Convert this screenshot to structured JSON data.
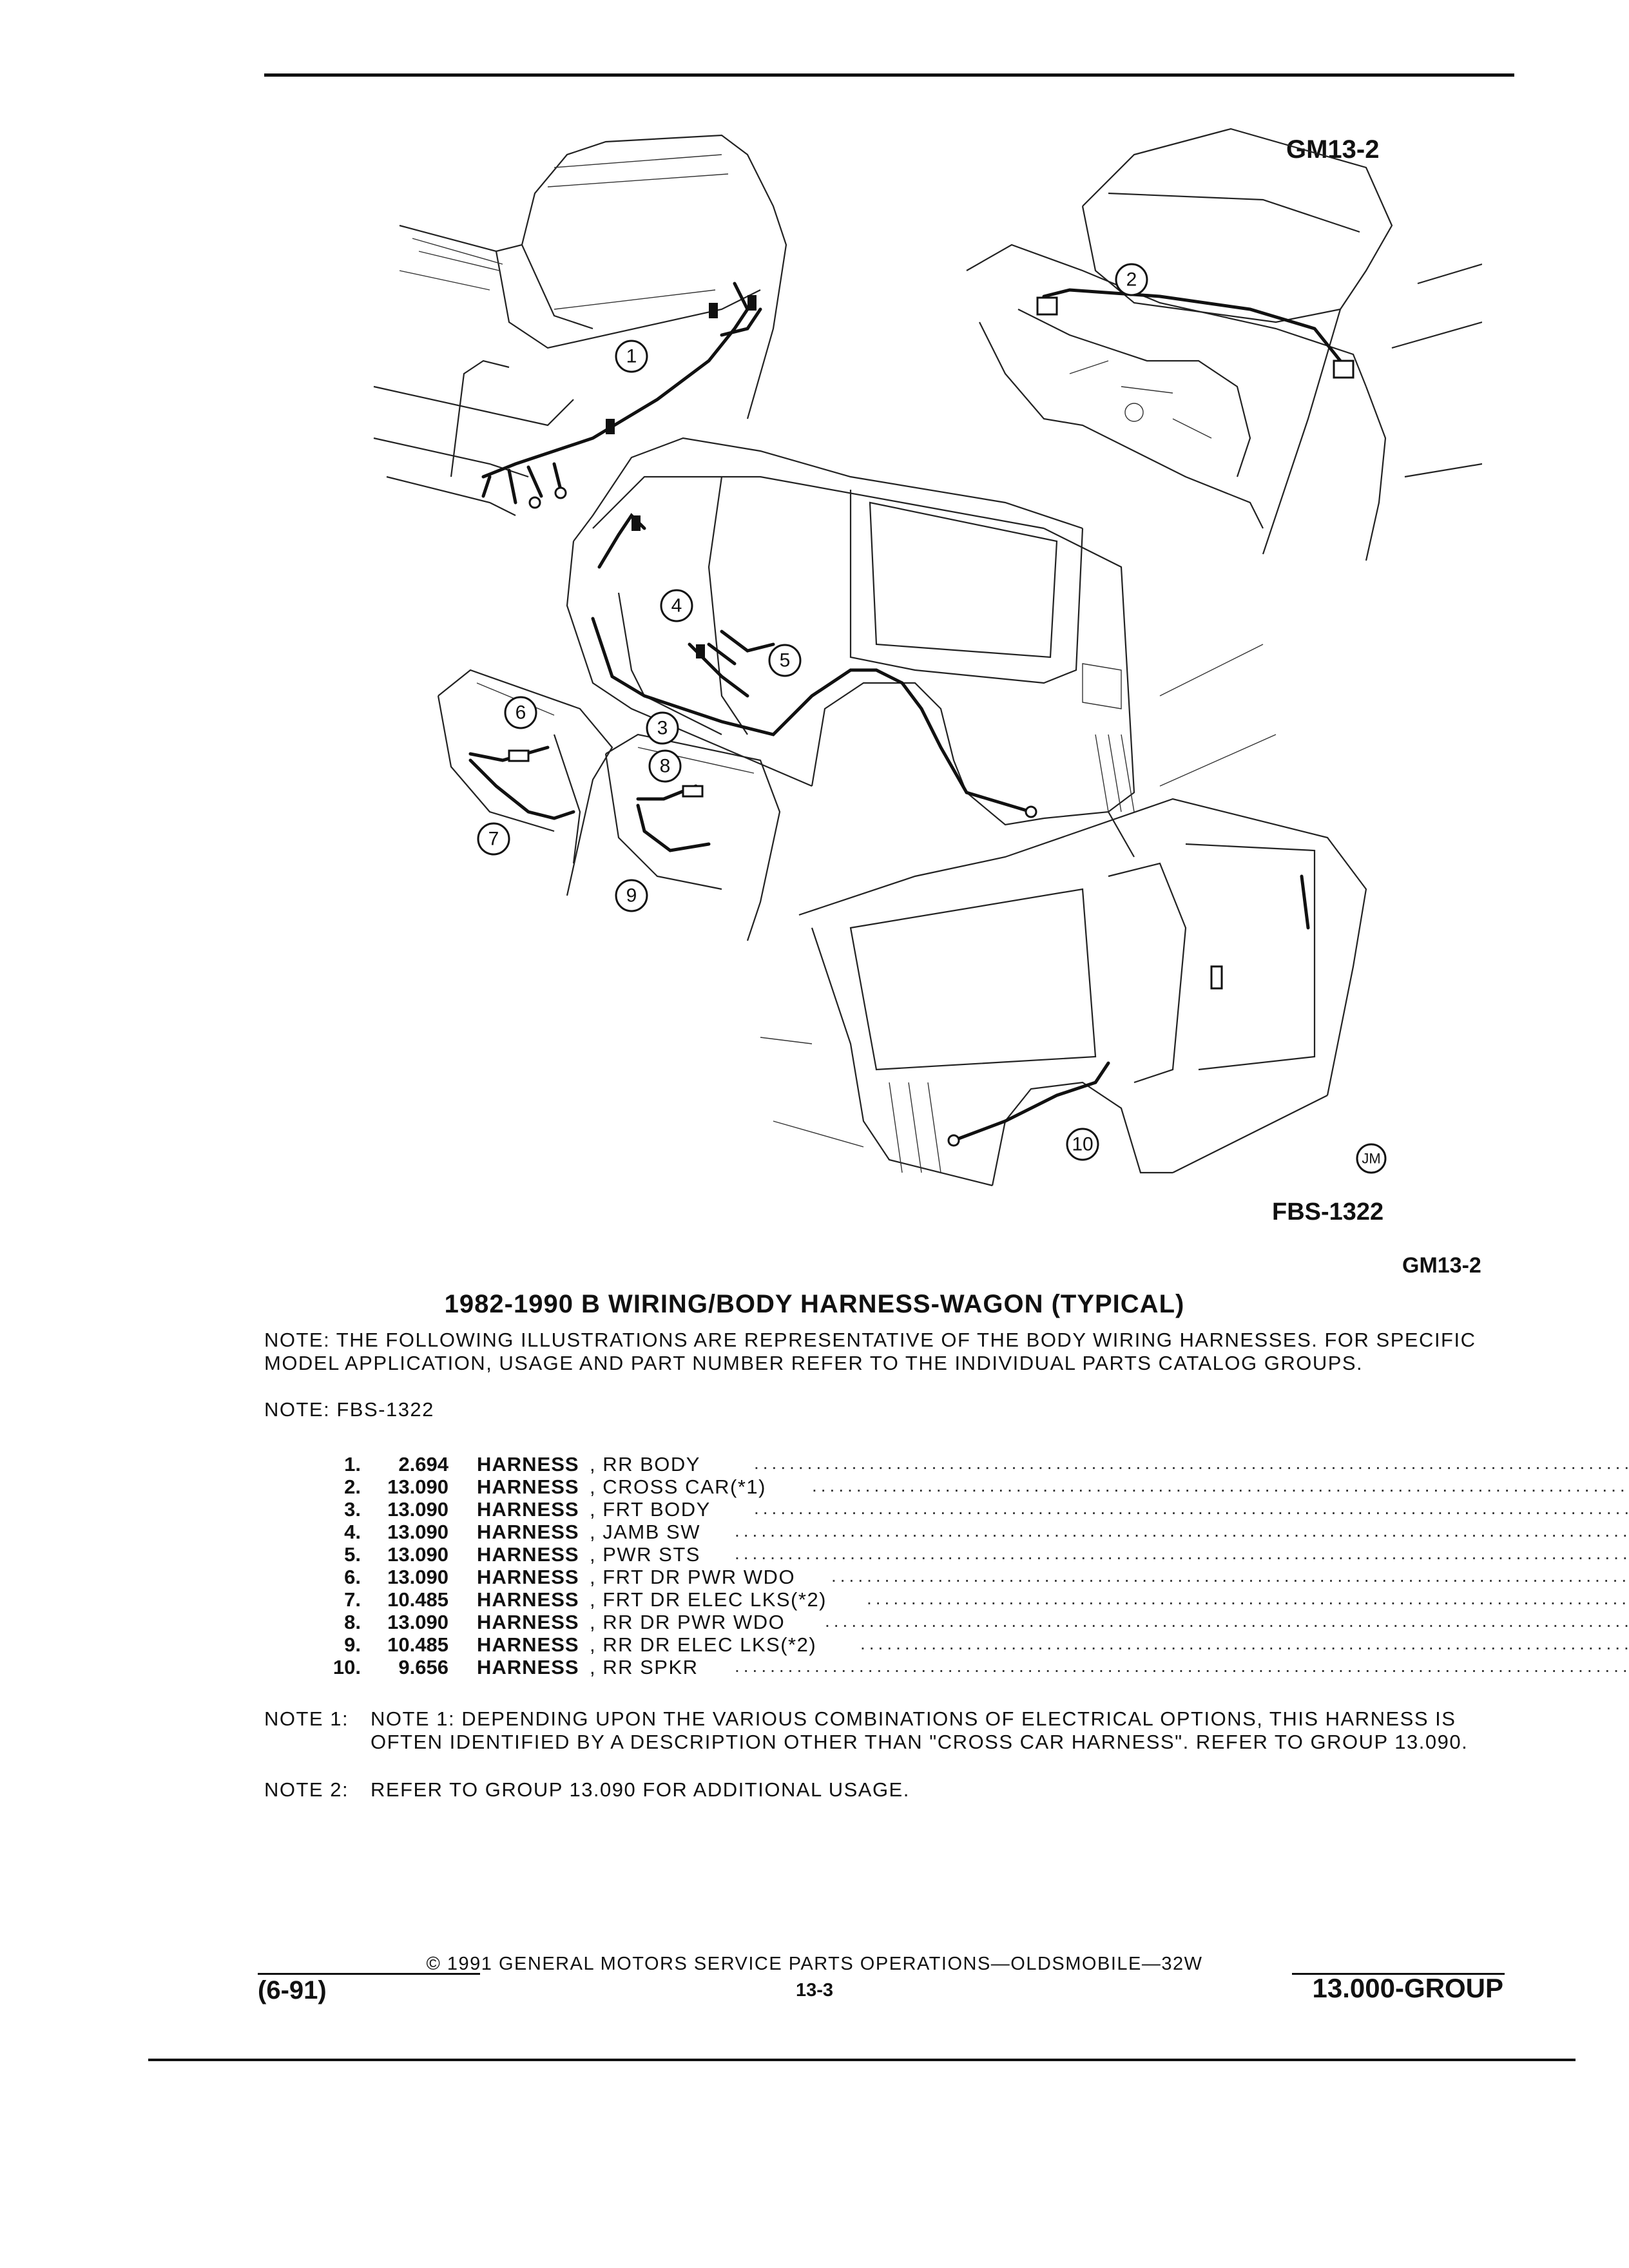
{
  "header": {
    "figure_id_top": "GM13-2"
  },
  "illustration": {
    "callouts": [
      "1",
      "2",
      "3",
      "4",
      "5",
      "6",
      "7",
      "8",
      "9",
      "10"
    ],
    "stamp": "JM",
    "figure_code": "FBS-1322",
    "figure_id_bottom": "GM13-2"
  },
  "title": "1982-1990 B WIRING/BODY HARNESS-WAGON (TYPICAL)",
  "notes": {
    "general": "NOTE:  THE FOLLOWING ILLUSTRATIONS ARE REPRESENTATIVE OF THE BODY WIRING HARNESSES. FOR SPECIFIC MODEL APPLICATION, USAGE AND PART NUMBER REFER TO THE INDIVIDUAL PARTS CATALOG GROUPS.",
    "fbs": "NOTE:  FBS-1322"
  },
  "parts": [
    {
      "num": "1.",
      "group": "2.694",
      "name": "HARNESS",
      "desc": ", RR BODY"
    },
    {
      "num": "2.",
      "group": "13.090",
      "name": "HARNESS",
      "desc": ", CROSS CAR(*1)"
    },
    {
      "num": "3.",
      "group": "13.090",
      "name": "HARNESS",
      "desc": ", FRT BODY"
    },
    {
      "num": "4.",
      "group": "13.090",
      "name": "HARNESS",
      "desc": ", JAMB SW"
    },
    {
      "num": "5.",
      "group": "13.090",
      "name": "HARNESS",
      "desc": ", PWR STS"
    },
    {
      "num": "6.",
      "group": "13.090",
      "name": "HARNESS",
      "desc": ", FRT DR PWR WDO"
    },
    {
      "num": "7.",
      "group": "10.485",
      "name": "HARNESS",
      "desc": ", FRT DR ELEC LKS(*2)"
    },
    {
      "num": "8.",
      "group": "13.090",
      "name": "HARNESS",
      "desc": ", RR DR PWR WDO"
    },
    {
      "num": "9.",
      "group": "10.485",
      "name": "HARNESS",
      "desc": ", RR DR ELEC LKS(*2)"
    },
    {
      "num": "10.",
      "group": "9.656",
      "name": "HARNESS",
      "desc": ", RR SPKR"
    }
  ],
  "footnotes": [
    {
      "label": "NOTE  1:",
      "text": "NOTE 1: DEPENDING UPON THE VARIOUS COMBINATIONS OF ELECTRICAL OPTIONS, THIS HARNESS IS OFTEN IDENTIFIED BY A DESCRIPTION OTHER THAN \"CROSS CAR HARNESS\". REFER TO GROUP 13.090."
    },
    {
      "label": "NOTE  2:",
      "text": "REFER TO GROUP 13.090 FOR ADDITIONAL USAGE."
    }
  ],
  "footer": {
    "date": "(6-91)",
    "copyright": "© 1991 GENERAL MOTORS SERVICE PARTS OPERATIONS—OLDSMOBILE—32W",
    "page": "13-3",
    "group": "13.000-GROUP"
  }
}
